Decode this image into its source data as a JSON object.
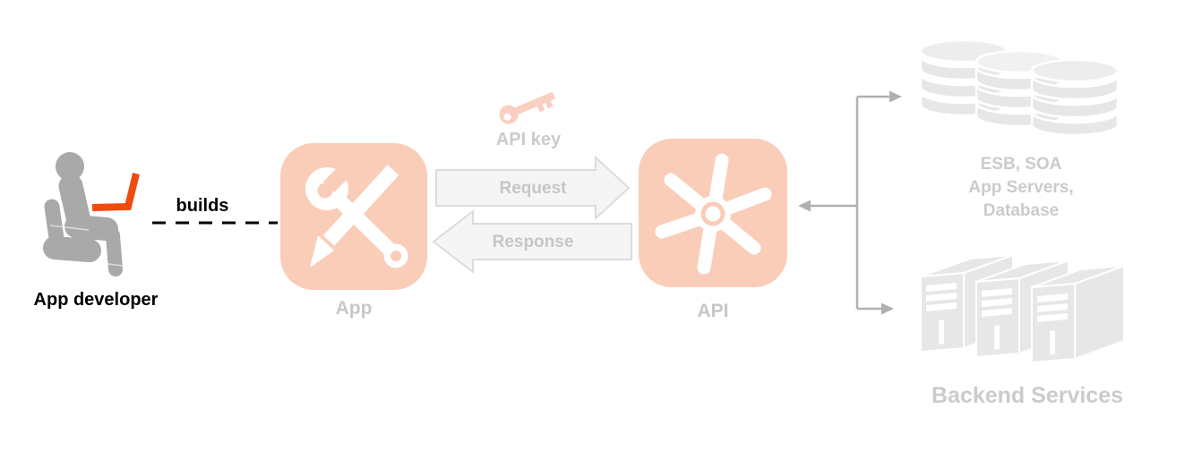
{
  "diagram": {
    "developer": {
      "label": "App developer",
      "builds_label": "builds"
    },
    "app": {
      "label": "App"
    },
    "api": {
      "label": "API"
    },
    "api_key": {
      "label": "API key"
    },
    "arrows": {
      "request_label": "Request",
      "response_label": "Response"
    },
    "backend": {
      "esb_lines": [
        "ESB, SOA",
        "App Servers,",
        "Database"
      ],
      "services_label": "Backend Services"
    },
    "colors": {
      "accent_salmon": "#FACDB8",
      "key_salmon": "#F9CFC2",
      "laptop_orange": "#F04A0E",
      "figure_gray": "#A9A9A9",
      "label_gray": "#C7C7C7",
      "shape_gray": "#E7E7E7",
      "arrow_fill": "#F5F5F5",
      "arrow_border": "#DCDCDC",
      "connector_gray": "#B0B0B0",
      "text_black": "#000000"
    }
  }
}
